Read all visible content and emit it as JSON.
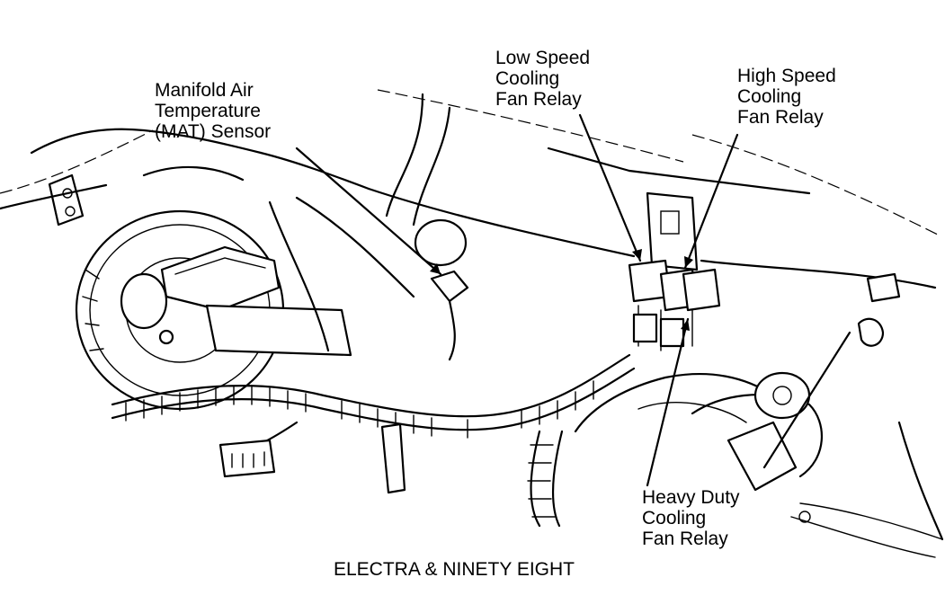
{
  "labels": {
    "mat_sensor": [
      "Manifold Air",
      "Temperature",
      "(MAT) Sensor"
    ],
    "low_speed_relay": [
      "Low Speed",
      "Cooling",
      "Fan Relay"
    ],
    "high_speed_relay": [
      "High Speed",
      "Cooling",
      "Fan Relay"
    ],
    "heavy_duty_relay": [
      "Heavy Duty",
      "Cooling",
      "Fan Relay"
    ]
  },
  "caption": "ELECTRA & NINETY EIGHT"
}
